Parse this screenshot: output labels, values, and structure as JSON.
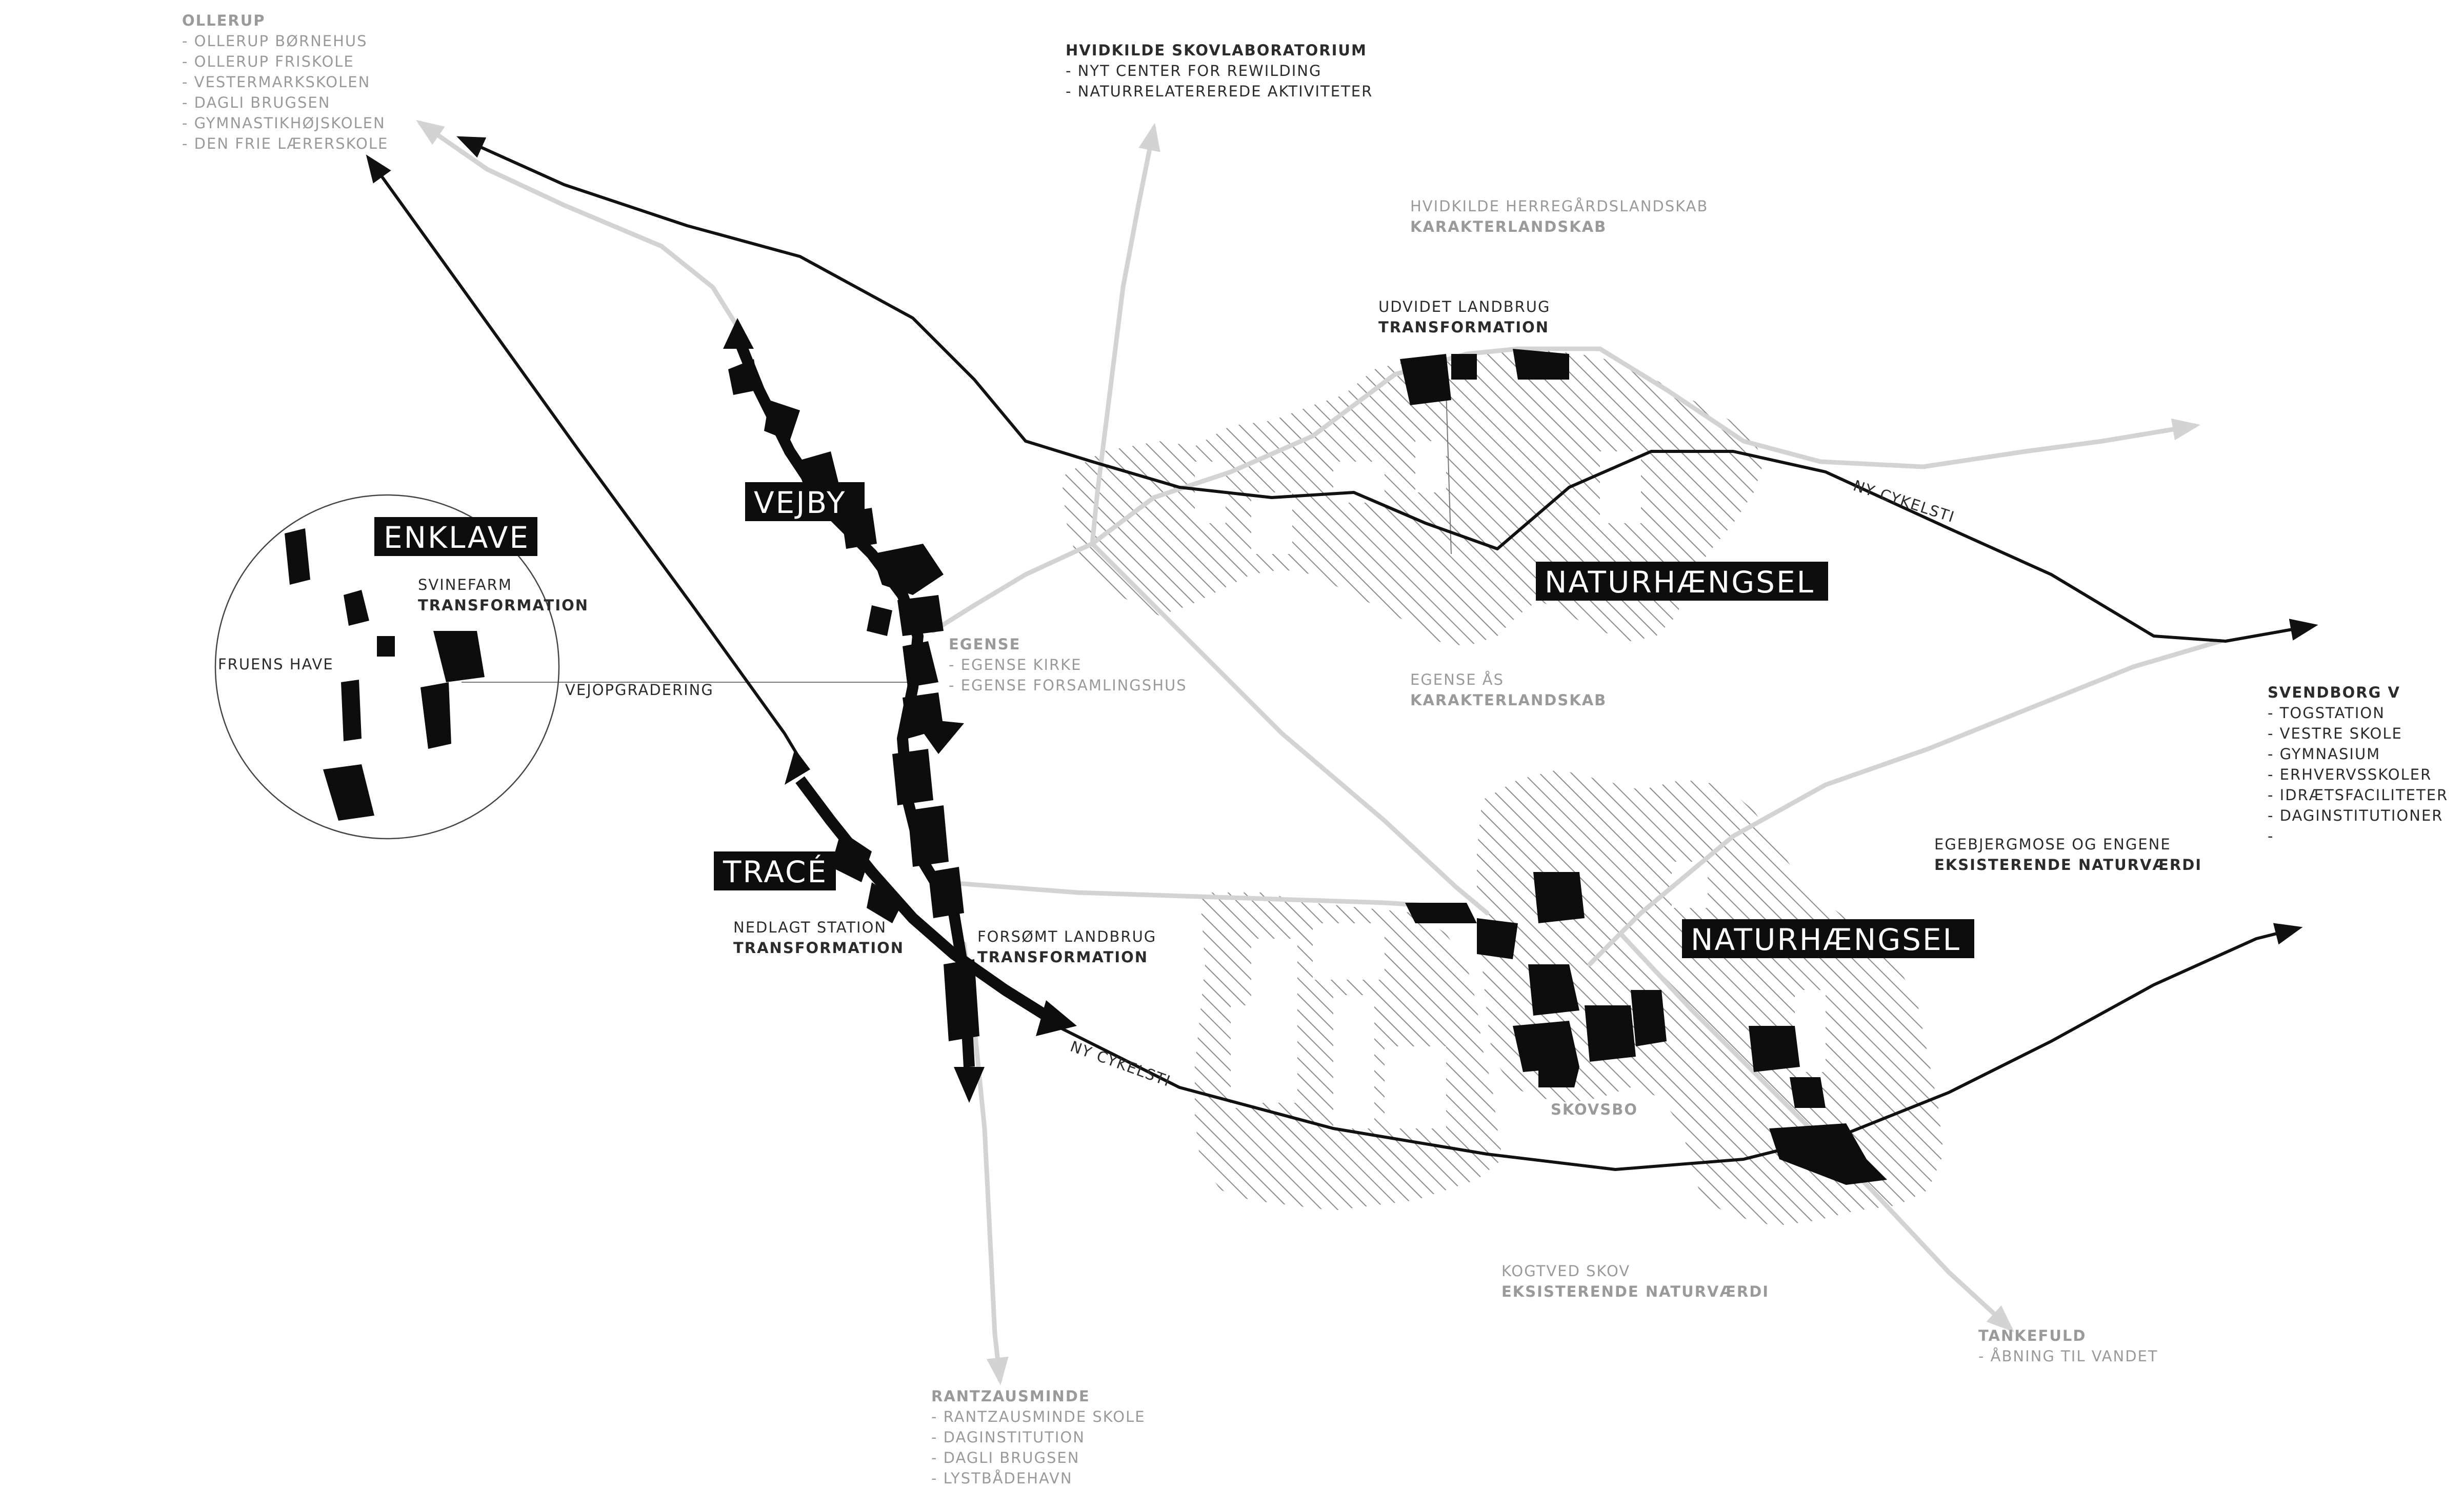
{
  "places": {
    "ollerup": {
      "title": "OLLERUP",
      "items": [
        "- OLLERUP BØRNEHUS",
        "- OLLERUP FRISKOLE",
        "- VESTERMARKSKOLEN",
        "- DAGLI BRUGSEN",
        "- GYMNASTIKHØJSKOLEN",
        "- DEN FRIE LÆRERSKOLE"
      ]
    },
    "hvidkilde_lab": {
      "title": "HVIDKILDE SKOVLABORATORIUM",
      "items": [
        "- NYT CENTER FOR REWILDING",
        "- NATURRELATEREREDE AKTIVITETER"
      ]
    },
    "hvidkilde_land": {
      "line1": "HVIDKILDE HERREGÅRDSLANDSKAB",
      "line2": "KARAKTERLANDSKAB"
    },
    "udvidet": {
      "line1": "UDVIDET LANDBRUG",
      "line2": "TRANSFORMATION"
    },
    "svinefarm": {
      "line1": "SVINEFARM",
      "line2": "TRANSFORMATION"
    },
    "fruens_have": "FRUENS HAVE",
    "vejopgradering": "VEJOPGRADERING",
    "egense": {
      "title": "EGENSE",
      "items": [
        "- EGENSE KIRKE",
        "- EGENSE FORSAMLINGSHUS"
      ]
    },
    "egense_aas": {
      "line1": "EGENSE ÅS",
      "line2": "KARAKTERLANDSKAB"
    },
    "svendborg": {
      "title": "SVENDBORG V",
      "items": [
        "- TOGSTATION",
        "- VESTRE SKOLE",
        "- GYMNASIUM",
        "- ERHVERVSSKOLER",
        "- IDRÆTSFACILITETER",
        "- DAGINSTITUTIONER",
        "-"
      ]
    },
    "egebjerg": {
      "line1": "EGEBJERGMOSE OG ENGENE",
      "line2": "EKSISTERENDE NATURVÆRDI"
    },
    "nedlagt": {
      "line1": "NEDLAGT STATION",
      "line2": "TRANSFORMATION"
    },
    "forsomt": {
      "line1": "FORSØMT LANDBRUG",
      "line2": "TRANSFORMATION"
    },
    "skovsbo": "SKOVSBO",
    "kogtved": {
      "line1": "KOGTVED SKOV",
      "line2": "EKSISTERENDE NATURVÆRDI"
    },
    "tankefuld": {
      "title": "TANKEFULD",
      "items": [
        "- ÅBNING TIL VANDET"
      ]
    },
    "rantzausminde": {
      "title": "RANTZAUSMINDE",
      "items": [
        "- RANTZAUSMINDE SKOLE",
        "- DAGINSTITUTION",
        "- DAGLI BRUGSEN",
        "- LYSTBÅDEHAVN"
      ]
    },
    "cykelsti_upper": "NY CYKELSTI",
    "cykelsti_lower": "NY CYKELSTI"
  },
  "badges": {
    "enklave": "ENKLAVE",
    "vejby": "VEJBY",
    "trace": "TRACÉ",
    "naturhaengsel_top": "NATURHÆNGSEL",
    "naturhaengsel_bottom": "NATURHÆNGSEL"
  },
  "colors": {
    "route": "#111111",
    "road": "#d3d3d3",
    "hatch": "#8a8a8a",
    "badge": "#0d0d0d",
    "grey_text": "#9a9a9a",
    "dark_text": "#2b2b2b"
  }
}
